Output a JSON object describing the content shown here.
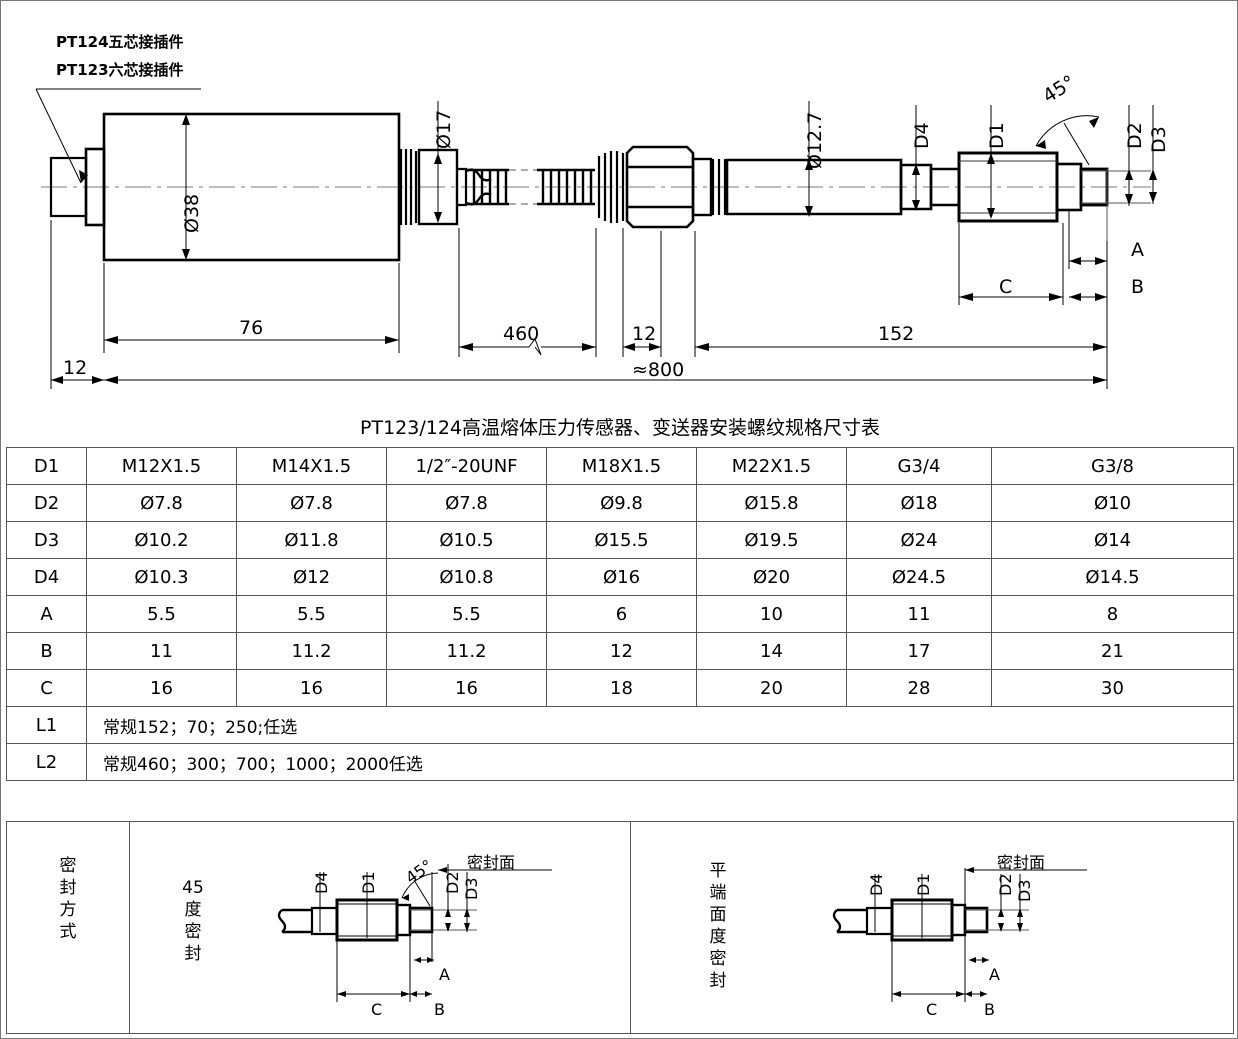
{
  "callout": {
    "line1": "PT124五芯接插件",
    "line2": "PT123六芯接插件"
  },
  "main_drawing": {
    "dimensions": {
      "dia38": "Ø38",
      "dia17": "Ø17",
      "dia127": "Ø12.7",
      "len76": "76",
      "len460": "460",
      "len12a": "12",
      "len12b": "12",
      "len152": "152",
      "total": "≈800",
      "angle45": "45°"
    },
    "leaders": {
      "d1": "D1",
      "d2": "D2",
      "d3": "D3",
      "d4": "D4",
      "a": "A",
      "b": "B",
      "c": "C"
    }
  },
  "table": {
    "title": "PT123/124高温熔体压力传感器、变送器安装螺纹规格尺寸表",
    "rows": [
      {
        "label": "D1",
        "values": [
          "M12X1.5",
          "M14X1.5",
          "1/2″-20UNF",
          "M18X1.5",
          "M22X1.5",
          "G3/4",
          "G3/8"
        ]
      },
      {
        "label": "D2",
        "values": [
          "Ø7.8",
          "Ø7.8",
          "Ø7.8",
          "Ø9.8",
          "Ø15.8",
          "Ø18",
          "Ø10"
        ]
      },
      {
        "label": "D3",
        "values": [
          "Ø10.2",
          "Ø11.8",
          "Ø10.5",
          "Ø15.5",
          "Ø19.5",
          "Ø24",
          "Ø14"
        ]
      },
      {
        "label": "D4",
        "values": [
          "Ø10.3",
          "Ø12",
          "Ø10.8",
          "Ø16",
          "Ø20",
          "Ø24.5",
          "Ø14.5"
        ]
      },
      {
        "label": "A",
        "values": [
          "5.5",
          "5.5",
          "5.5",
          "6",
          "10",
          "11",
          "8"
        ]
      },
      {
        "label": "B",
        "values": [
          "11",
          "11.2",
          "11.2",
          "12",
          "14",
          "17",
          "21"
        ]
      },
      {
        "label": "C",
        "values": [
          "16",
          "16",
          "16",
          "18",
          "20",
          "28",
          "30"
        ]
      }
    ],
    "span_rows": [
      {
        "label": "L1",
        "text": "常规152；70；250;任选"
      },
      {
        "label": "L2",
        "text": "常规460；300；700；1000；2000任选"
      }
    ]
  },
  "sealing_section": {
    "row_header": "密封方式",
    "left": {
      "method": "45度密封",
      "seal_face": "密封面",
      "angle": "45°",
      "labels": {
        "d4": "D4",
        "d1": "D1",
        "d2": "D2",
        "d3": "D3",
        "a": "A",
        "b": "B",
        "c": "C"
      }
    },
    "right": {
      "method": "平端面度密封",
      "seal_face": "密封面",
      "labels": {
        "d4": "D4",
        "d1": "D1",
        "d2": "D2",
        "d3": "D3",
        "a": "A",
        "b": "B",
        "c": "C"
      }
    }
  },
  "colors": {
    "line": "#000000",
    "rule": "#555555",
    "thin": "#777777"
  }
}
